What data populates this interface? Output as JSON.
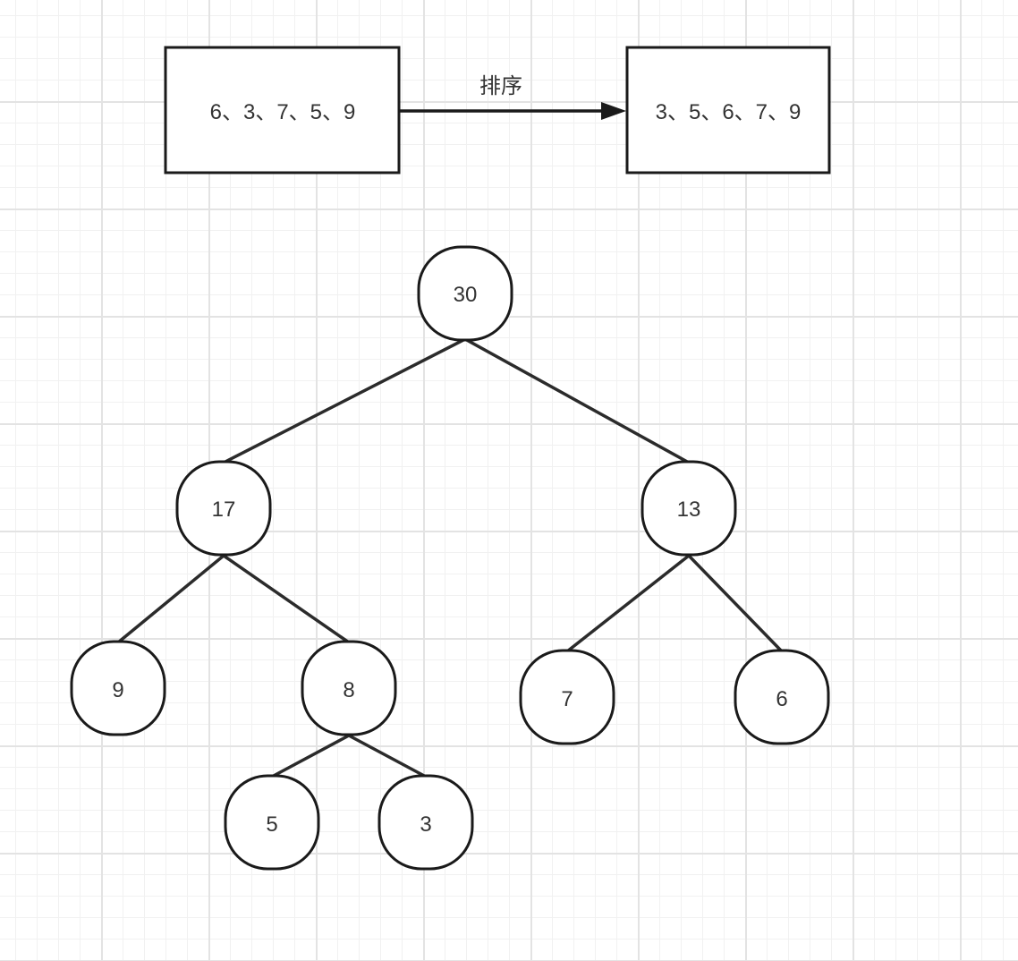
{
  "input_box": {
    "text": "6、3、7、5、9"
  },
  "arrow": {
    "label": "排序"
  },
  "output_box": {
    "text": "3、5、6、7、9"
  },
  "colors": {
    "internal_text": "#333333",
    "leaf_text": "#e8312a",
    "stroke": "#1a1a1a"
  },
  "tree": {
    "root": {
      "value": "30"
    },
    "left": {
      "value": "17"
    },
    "right": {
      "value": "13"
    },
    "left_left": {
      "value": "9"
    },
    "left_right": {
      "value": "8"
    },
    "left_right_left": {
      "value": "5"
    },
    "left_right_right": {
      "value": "3"
    },
    "right_left": {
      "value": "7"
    },
    "right_right": {
      "value": "6"
    }
  }
}
